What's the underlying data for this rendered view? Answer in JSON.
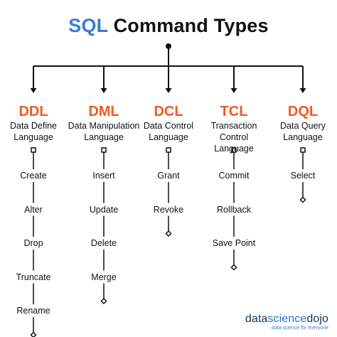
{
  "title": {
    "accent": "SQL",
    "rest": "Command Types"
  },
  "categories": [
    {
      "code": "DDL",
      "description": "Data Define\nLanguage",
      "commands": [
        "Create",
        "Alter",
        "Drop",
        "Truncate",
        "Rename"
      ]
    },
    {
      "code": "DML",
      "description": "Data Manipulation\nLanguage",
      "commands": [
        "Insert",
        "Update",
        "Delete",
        "Merge"
      ]
    },
    {
      "code": "DCL",
      "description": "Data Control\nLanguage",
      "commands": [
        "Grant",
        "Revoke"
      ]
    },
    {
      "code": "TCL",
      "description": "Transaction Control\nLanguage",
      "commands": [
        "Commit",
        "Rollback",
        "Save Point"
      ]
    },
    {
      "code": "DQL",
      "description": "Data Query\nLanguage",
      "commands": [
        "Select"
      ]
    }
  ],
  "brand": {
    "name_part1": "data",
    "name_part2": "science",
    "name_part3": "dojo",
    "tagline": "data science for everyone"
  },
  "colors": {
    "title_accent": "#3a7bd5",
    "category_code": "#ee5a24",
    "line": "#111111"
  }
}
